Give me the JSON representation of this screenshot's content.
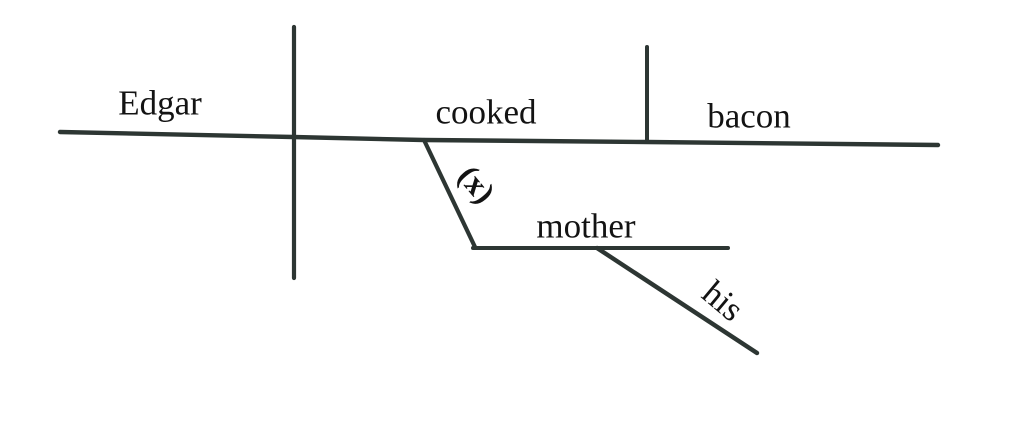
{
  "diagram": {
    "words": {
      "subject": "Edgar",
      "verb": "cooked",
      "direct_object": "bacon",
      "indirect_object": "mother",
      "indirect_object_marker": "(x)",
      "possessive_modifier": "his"
    },
    "colors": {
      "line": "#2d3633",
      "text": "#131313",
      "background": "#ffffff"
    }
  }
}
